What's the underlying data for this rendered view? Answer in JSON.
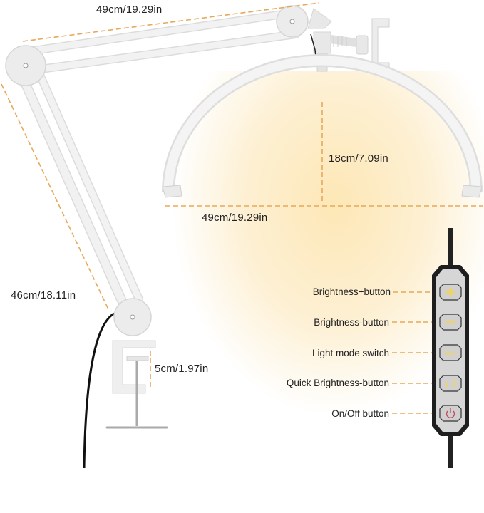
{
  "diagram": {
    "type": "product-dimension-illustration",
    "subject": "half-moon LED desk lamp with swing arm, phone holder, clamp and inline controller",
    "accent_color": "#e8a85a",
    "controller_color": "#1e1e1e",
    "dimensions": {
      "upper_arm": "49cm/19.29in",
      "lower_arm": "46cm/18.11in",
      "lamp_width": "49cm/19.29in",
      "lamp_height": "18cm/7.09in",
      "clamp_opening": "5cm/1.97in"
    },
    "controller": {
      "buttons": [
        {
          "label": "Brightness+button",
          "icon": "plus-icon"
        },
        {
          "label": "Brightness-button",
          "icon": "minus-icon"
        },
        {
          "label": "Light mode switch",
          "icon": "mode-icon",
          "glyph": "W/Y"
        },
        {
          "label": "Quick Brightness-button",
          "icon": "brackets-icon",
          "glyph": "( )"
        },
        {
          "label": "On/Off button",
          "icon": "power-icon"
        }
      ]
    }
  }
}
